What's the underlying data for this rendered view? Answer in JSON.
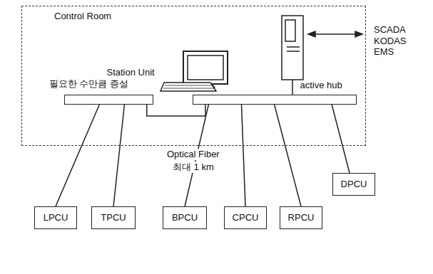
{
  "diagram": {
    "nodes": [
      {
        "text": [
          "Control Room"
        ]
      },
      {
        "text": [
          "Station Unit"
        ],
        "in": 0
      },
      {
        "text": [
          "필요한 수만큼 증설"
        ],
        "in": 0
      },
      {
        "text": [
          "active hub"
        ],
        "in": 0
      },
      {
        "text": [
          "LPCU"
        ]
      },
      {
        "text": [
          "TPCU"
        ]
      },
      {
        "text": [
          "BPCU"
        ]
      },
      {
        "text": [
          "CPCU"
        ]
      },
      {
        "text": [
          "RPCU"
        ]
      },
      {
        "text": [
          "DPCU"
        ]
      }
    ],
    "edges": [
      {
        "from": 2,
        "to": 4,
        "arrow": "none"
      },
      {
        "from": 2,
        "to": 5,
        "arrow": "none"
      },
      {
        "from": 3,
        "to": 6,
        "arrow": "none"
      },
      {
        "from": 3,
        "to": 7,
        "arrow": "none"
      },
      {
        "from": 3,
        "to": 8,
        "arrow": "none"
      },
      {
        "from": 3,
        "to": 9,
        "arrow": "none"
      },
      {
        "from": 2,
        "to": 3,
        "arrow": "none"
      }
    ],
    "labels": [
      "SCADA KODAS EMS",
      "Optical Fiber",
      "최대 1 km"
    ]
  }
}
